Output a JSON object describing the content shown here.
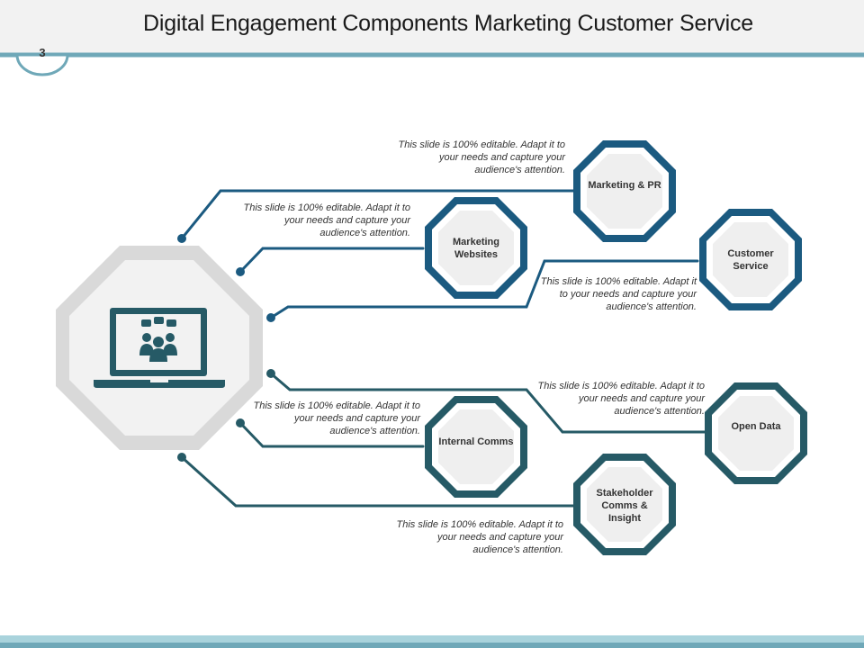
{
  "title": "Digital Engagement Components Marketing Customer Service",
  "slide_number": "3",
  "colors": {
    "dark_blue": "#1b5a80",
    "dark_teal": "#265a66",
    "accent": "#6fa8b8",
    "center_frame": "#d9d9d9"
  },
  "center_icon": "laptop-with-people-icon",
  "nodes": [
    {
      "label": "Marketing & PR",
      "description": "This slide is 100% editable. Adapt it to your needs and capture your audience's attention."
    },
    {
      "label": "Marketing Websites",
      "description": "This slide is 100% editable. Adapt it to your needs and capture your audience's attention."
    },
    {
      "label": "Customer Service",
      "description": "This slide is 100% editable. Adapt it to your needs and capture your audience's attention."
    },
    {
      "label": "Open Data",
      "description": "This slide is 100% editable. Adapt it to your needs and capture your audience's attention."
    },
    {
      "label": "Internal Comms",
      "description": "This slide is 100% editable. Adapt it to your needs and capture your audience's attention."
    },
    {
      "label": "Stakeholder Comms & Insight",
      "description": "This slide is 100% editable. Adapt it to your needs and capture your audience's attention."
    }
  ]
}
